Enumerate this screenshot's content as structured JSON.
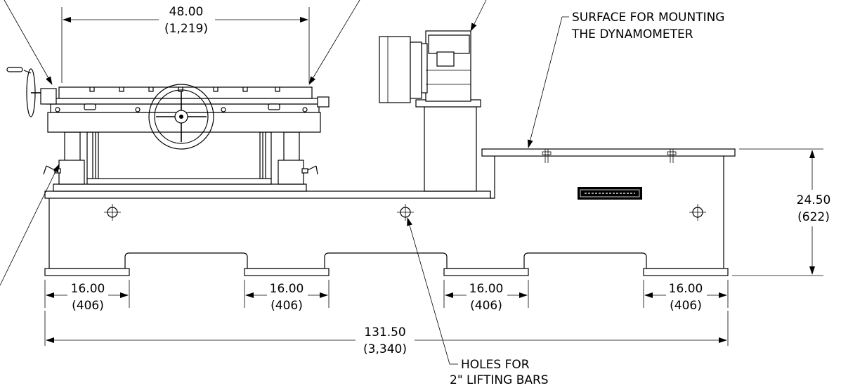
{
  "dimensions": {
    "top_length": {
      "value": "48.00",
      "metric": "(1,219)"
    },
    "height": {
      "value": "24.50",
      "metric": "(622)"
    },
    "feet": [
      {
        "value": "16.00",
        "metric": "(406)"
      },
      {
        "value": "16.00",
        "metric": "(406)"
      },
      {
        "value": "16.00",
        "metric": "(406)"
      },
      {
        "value": "16.00",
        "metric": "(406)"
      }
    ],
    "overall_length": {
      "value": "131.50",
      "metric": "(3,340)"
    }
  },
  "callouts": {
    "mounting_surface": {
      "line1": "SURFACE FOR MOUNTING",
      "line2": "THE DYNAMOMETER"
    },
    "lifting_holes": {
      "line1": "HOLES FOR",
      "line2": "2\" LIFTING BARS"
    }
  }
}
